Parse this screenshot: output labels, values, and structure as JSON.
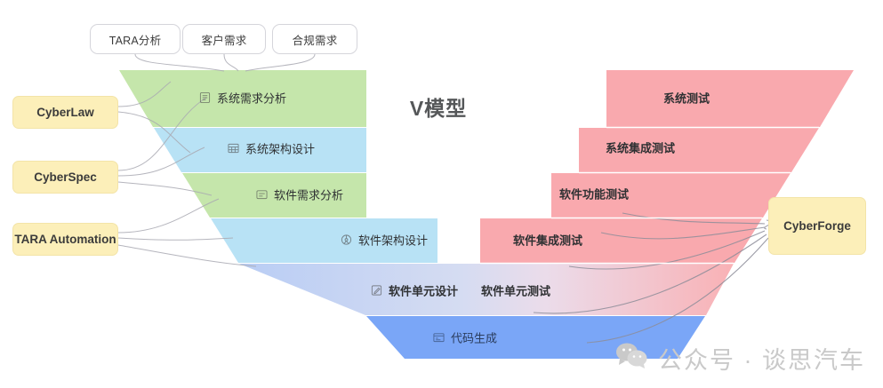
{
  "title": "V模型",
  "colors": {
    "green": "#c5e6ab",
    "blue": "#b8e2f5",
    "pink": "#f9a9ae",
    "deep_blue": "#7aa6f7",
    "yellow": "#fcefb9",
    "connector": "#a9a9b2",
    "divider": "#ffffff"
  },
  "top_inputs": [
    {
      "label": "TARA分析"
    },
    {
      "label": "客户需求"
    },
    {
      "label": "合规需求"
    }
  ],
  "left_products": [
    {
      "label": "CyberLaw"
    },
    {
      "label": "CyberSpec"
    },
    {
      "label": "TARA Automation"
    }
  ],
  "right_products": [
    {
      "label": "CyberForge"
    }
  ],
  "left_arm": [
    {
      "label": "系统需求分析",
      "icon": "document-icon",
      "color": "green"
    },
    {
      "label": "系统架构设计",
      "icon": "grid-icon",
      "color": "blue"
    },
    {
      "label": "软件需求分析",
      "icon": "note-icon",
      "color": "green"
    },
    {
      "label": "软件架构设计",
      "icon": "hub-icon",
      "color": "blue"
    },
    {
      "label": "软件单元设计",
      "icon": "pencil-square-icon",
      "color": "gradient"
    },
    {
      "label": "代码生成",
      "icon": "code-icon",
      "color": "deep_blue"
    }
  ],
  "right_arm": [
    {
      "label": "系统测试",
      "color": "pink"
    },
    {
      "label": "系统集成测试",
      "color": "pink"
    },
    {
      "label": "软件功能测试",
      "color": "pink"
    },
    {
      "label": "软件集成测试",
      "color": "pink"
    },
    {
      "label": "软件单元测试",
      "color": "gradient"
    }
  ],
  "watermark": {
    "text": "公众号 · 谈思汽车",
    "icon": "wechat-icon"
  }
}
